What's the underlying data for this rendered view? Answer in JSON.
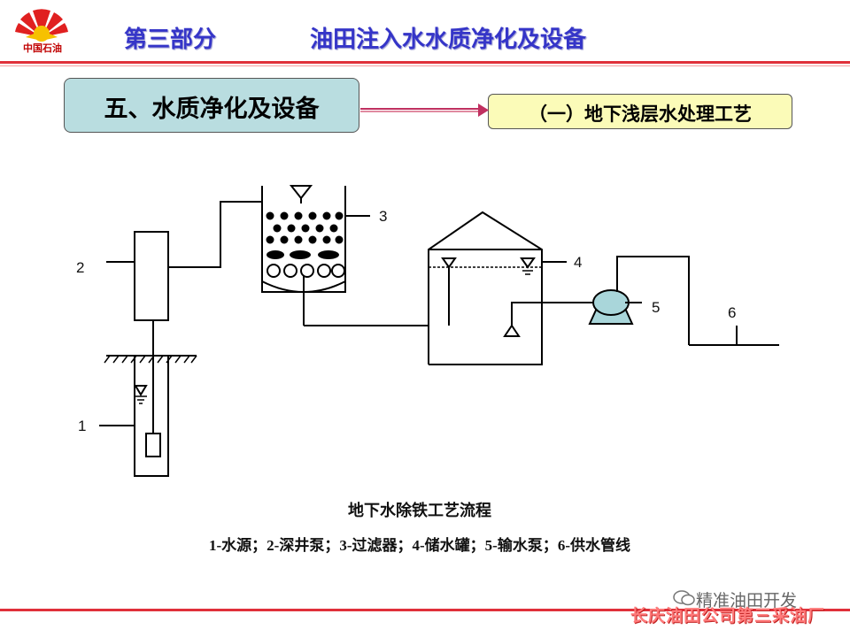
{
  "header": {
    "logo_text": "中国石油",
    "section": "第三部分",
    "title": "油田注入水水质净化及设备"
  },
  "topic": {
    "main": "五、水质净化及设备",
    "sub": "（一）地下浅层水处理工艺"
  },
  "diagram": {
    "labels": [
      "1",
      "2",
      "3",
      "4",
      "5",
      "6"
    ],
    "caption": "地下水除铁工艺流程",
    "legend": "1-水源；2-深井泵；3-过滤器；4-储水罐；5-输水泵；6-供水管线"
  },
  "watermark": "精准油田开发",
  "footer": "长庆油田公司第三采油厂",
  "colors": {
    "header_text": "#3535c8",
    "accent_red": "#e0303a",
    "box_left_fill": "#b9dde0",
    "box_right_fill": "#fbfbb8",
    "pump_fill": "#a9d6da"
  }
}
